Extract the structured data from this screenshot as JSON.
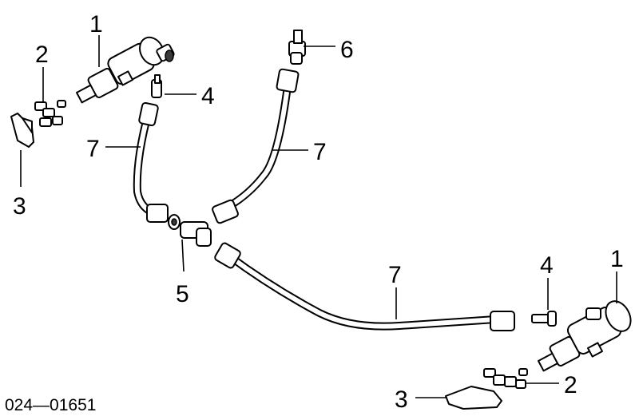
{
  "diagram": {
    "drawing_code": "024—01651",
    "callouts": {
      "c1_top": "1",
      "c2_top": "2",
      "c3_left": "3",
      "c4_top": "4",
      "c5": "5",
      "c6": "6",
      "c7_left": "7",
      "c7_right": "7",
      "c7_lower": "7",
      "c4_right": "4",
      "c1_right": "1",
      "c2_bottom": "2",
      "c3_bottom": "3"
    }
  }
}
